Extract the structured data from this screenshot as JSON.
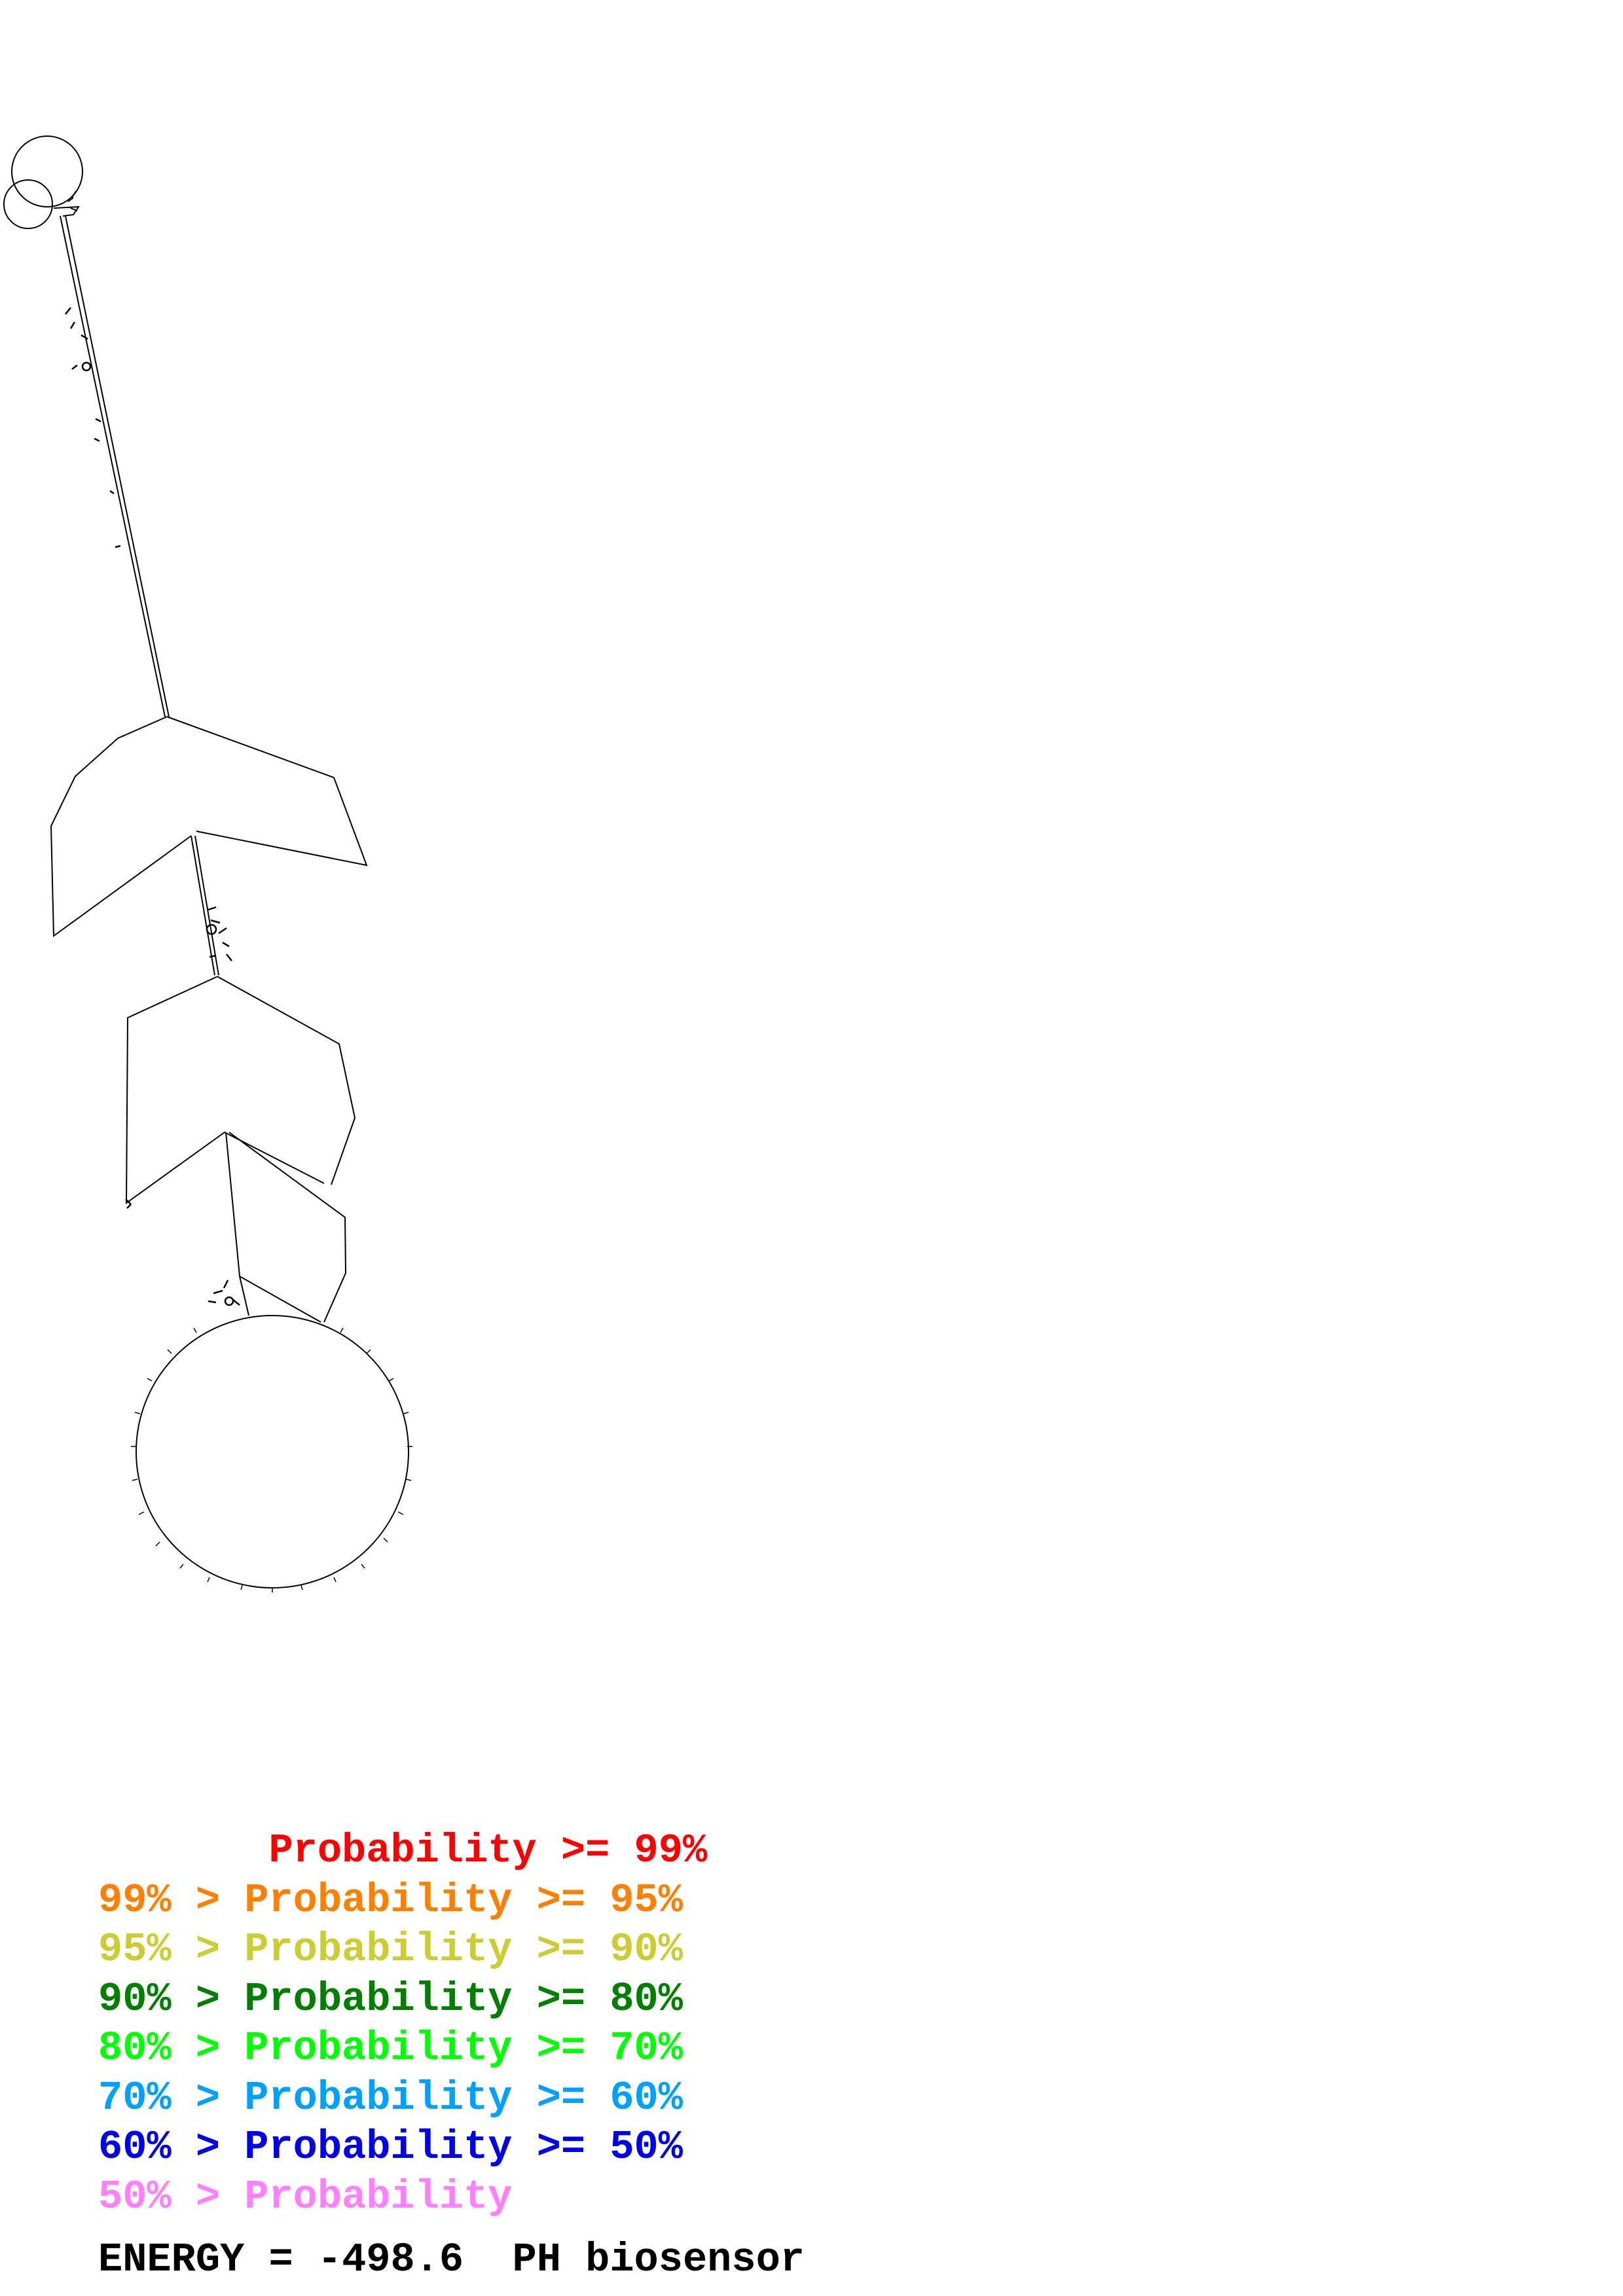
{
  "legend": [
    {
      "text": "       Probability >= 99%",
      "color": "#ff0000"
    },
    {
      "text": "99% > Probability >= 95%",
      "color": "#ff8000"
    },
    {
      "text": "95% > Probability >= 90%",
      "color": "#cccc33"
    },
    {
      "text": "90% > Probability >= 80%",
      "color": "#007f00"
    },
    {
      "text": "80% > Probability >= 70%",
      "color": "#00ff00"
    },
    {
      "text": "70% > Probability >= 60%",
      "color": "#00a0ff"
    },
    {
      "text": "60% > Probability >= 50%",
      "color": "#0000ee"
    },
    {
      "text": "50% > Probability",
      "color": "#ff80ff"
    }
  ],
  "energy": {
    "label": "ENERGY = ",
    "value": "-498.6",
    "name": "PH biosensor"
  },
  "colors": {
    "backbone": "#000000",
    "background": "#ffffff"
  }
}
